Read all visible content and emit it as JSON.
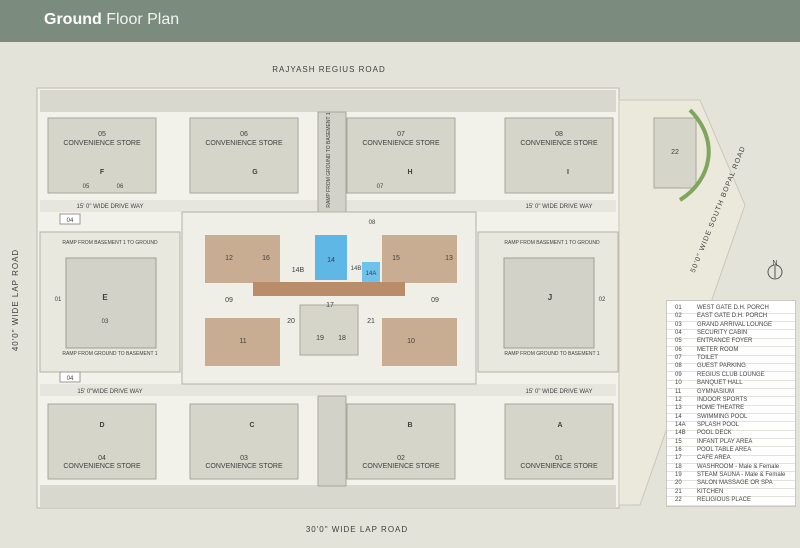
{
  "header": {
    "title_bold": "Ground",
    "title_rest": "Floor Plan"
  },
  "roads": {
    "north": "RAJYASH REGIUS ROAD",
    "south": "30'0\" WIDE LAP ROAD",
    "west": "40'0\" WIDE LAP ROAD",
    "east": "50'0\" WIDE SOUTH BOPAL ROAD"
  },
  "north_arrow": "N",
  "stores": [
    {
      "num": "05",
      "name": "CONVENIENCE STORE",
      "block": "F"
    },
    {
      "num": "06",
      "name": "CONVENIENCE STORE",
      "block": "G"
    },
    {
      "num": "07",
      "name": "CONVENIENCE STORE",
      "block": "H"
    },
    {
      "num": "08",
      "name": "CONVENIENCE STORE",
      "block": "I"
    },
    {
      "num": "04",
      "name": "CONVENIENCE STORE",
      "block": "D"
    },
    {
      "num": "03",
      "name": "CONVENIENCE STORE",
      "block": "C"
    },
    {
      "num": "02",
      "name": "CONVENIENCE STORE",
      "block": "B"
    },
    {
      "num": "01",
      "name": "CONVENIENCE STORE",
      "block": "A"
    }
  ],
  "drive_ways": [
    "15' 0\" WIDE DRIVE WAY",
    "15' 0\" WIDE DRIVE WAY",
    "15' 0\"WIDE DRIVE WAY",
    "15' 0\" WIDE DRIVE WAY"
  ],
  "ramps": [
    "RAMP FROM GROUND TO BASEMENT 1",
    "RAMP FROM BASEMENT 1 TO GROUND",
    "RAMP FROM BASEMENT 1 TO GROUND",
    "RAMP FROM GROUND TO BASEMENT 1",
    "RAMP FROM GROUND TO BASEMENT 1"
  ],
  "wings": {
    "west": "E",
    "east": "J"
  },
  "amenity_labels": [
    "12",
    "16",
    "14B",
    "14",
    "14B",
    "14A",
    "15",
    "13",
    "17",
    "09",
    "09",
    "11",
    "20",
    "19",
    "18",
    "21",
    "10",
    "22"
  ],
  "small_labels": [
    "01",
    "02",
    "03",
    "04",
    "05",
    "06",
    "07",
    "08"
  ],
  "legend": [
    {
      "num": "01",
      "text": "WEST GATE D.H. PORCH"
    },
    {
      "num": "02",
      "text": "EAST GATE D.H. PORCH"
    },
    {
      "num": "03",
      "text": "GRAND ARRIVAL LOUNGE"
    },
    {
      "num": "04",
      "text": "SECURITY CABIN"
    },
    {
      "num": "05",
      "text": "ENTRANCE FOYER"
    },
    {
      "num": "06",
      "text": "METER ROOM"
    },
    {
      "num": "07",
      "text": "TOILET"
    },
    {
      "num": "08",
      "text": "GUEST PARKING"
    },
    {
      "num": "09",
      "text": "REGIUS CLUB LOUNGE"
    },
    {
      "num": "10",
      "text": "BANQUET HALL"
    },
    {
      "num": "11",
      "text": "GYMNASIUM"
    },
    {
      "num": "12",
      "text": "INDOOR SPORTS"
    },
    {
      "num": "13",
      "text": "HOME THEATRE"
    },
    {
      "num": "14",
      "text": "SWIMMING POOL"
    },
    {
      "num": "14A",
      "text": "SPLASH POOL"
    },
    {
      "num": "14B",
      "text": "POOL DECK"
    },
    {
      "num": "15",
      "text": "INFANT PLAY AREA"
    },
    {
      "num": "16",
      "text": "POOL TABLE AREA"
    },
    {
      "num": "17",
      "text": "CAFE AREA"
    },
    {
      "num": "18",
      "text": "WASHROOM - Male & Female"
    },
    {
      "num": "19",
      "text": "STEAM SAUNA - Male & Female"
    },
    {
      "num": "20",
      "text": "SALON MASSAGE OR SPA"
    },
    {
      "num": "21",
      "text": "KITCHEN"
    },
    {
      "num": "22",
      "text": "RELIGIOUS PLACE"
    }
  ]
}
